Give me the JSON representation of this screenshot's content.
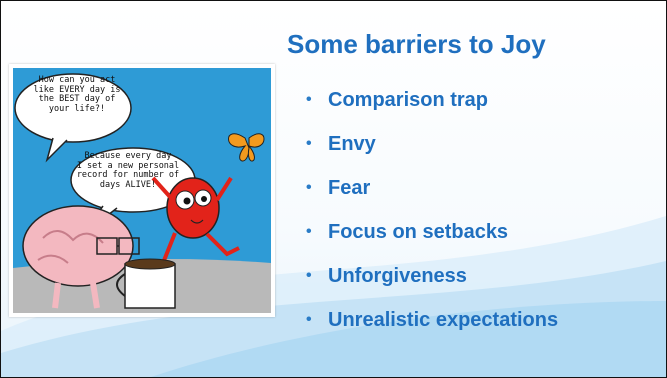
{
  "slide": {
    "title": "Some barriers to Joy",
    "bullets": [
      "Comparison trap",
      "Envy",
      "Fear",
      "Focus on setbacks",
      "Unforgiveness",
      "Unrealistic expectations"
    ],
    "bullet_marker": "•"
  },
  "comic": {
    "bubble1": "How can you act\nlike EVERY day is\nthe BEST day of\nyour life?!",
    "bubble2": "Because every day\nI set a new personal\nrecord for number of\ndays ALIVE!"
  },
  "colors": {
    "title": "#1f6fbf",
    "bullet": "#1f6fbf",
    "comic_sky": "#2e9bd6",
    "comic_ground": "#b9b9b9"
  }
}
